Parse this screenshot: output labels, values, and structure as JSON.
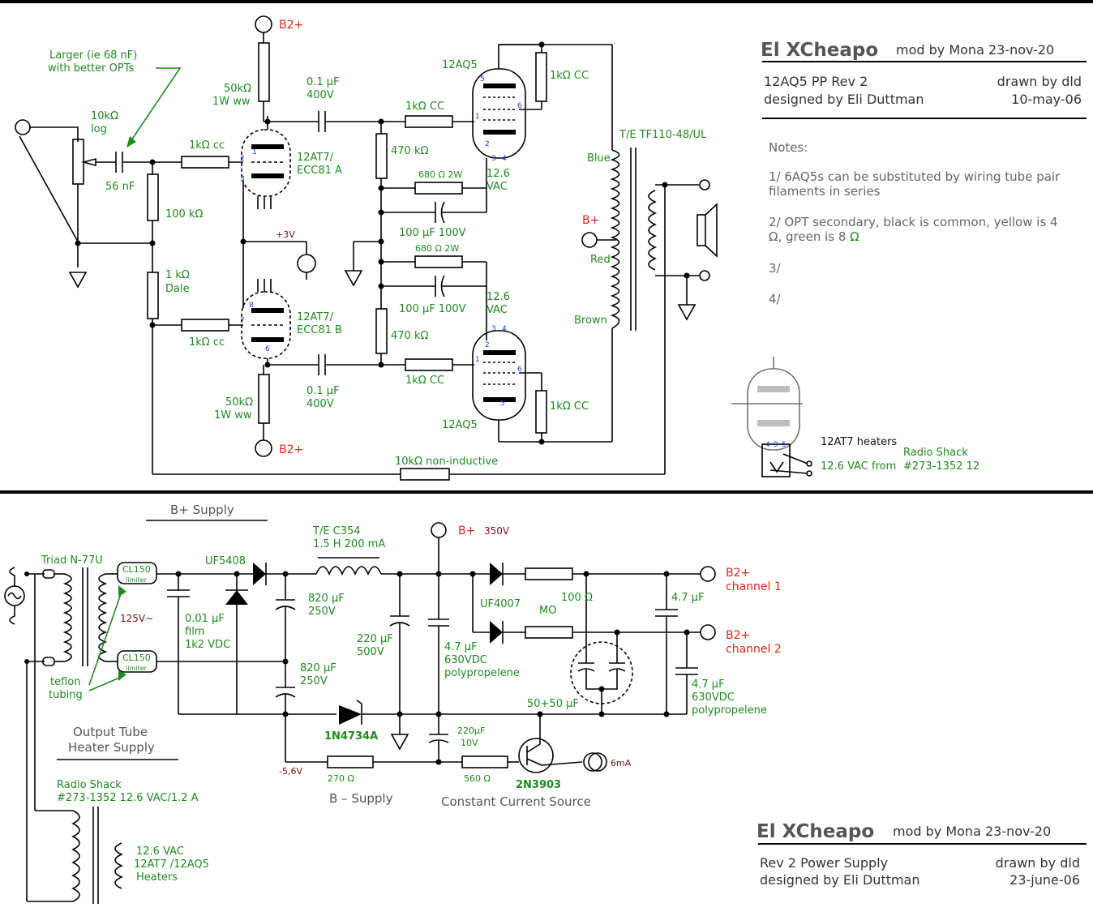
{
  "top": {
    "title_block": {
      "title": "El XCheapo",
      "mod": "mod by Mona 23-nov-20",
      "line1_left": "12AQ5 PP Rev 2",
      "line1_right": "drawn by dld",
      "line2_left": "designed by Eli Duttman",
      "line2_right": "10-may-06"
    },
    "notes": {
      "heading": "Notes:",
      "n1a": "1/ 6AQ5s can be substituted by wiring tube pair",
      "n1b": "filaments in series",
      "n2a": "2/ OPT secondary, black is common, yellow is 4",
      "n2b_pre": "Ω, green is 8 ",
      "n2b_ohm": "Ω",
      "n3": "3/",
      "n4": "4/"
    },
    "labels": {
      "larger1": "Larger (ie 68 nF)",
      "larger2": "with better OPTs",
      "pot1": "10kΩ",
      "pot2": "log",
      "cin": "56 nF",
      "r100k": "100 kΩ",
      "r1k_dale1": "1 kΩ",
      "r1k_dale2": "Dale",
      "rg_a": "1kΩ cc",
      "rg_b": "1kΩ cc",
      "b2_top": "B2+",
      "b2_bot": "B2+",
      "rl_top1": "50kΩ",
      "rl_top2": "1W ww",
      "rl_bot1": "50kΩ",
      "rl_bot2": "1W ww",
      "tube_a1": "12AT7/",
      "tube_a2": "ECC81 A",
      "tube_b1": "12AT7/",
      "tube_b2": "ECC81 B",
      "plus3v": "+3V",
      "cc_top1": "0.1 µF",
      "cc_top2": "400V",
      "cc_bot1": "0.1 µF",
      "cc_bot2": "400V",
      "r470_top": "470 kΩ",
      "r470_bot": "470 kΩ",
      "r680_top": "680 Ω 2W",
      "r680_bot": "680 Ω 2W",
      "c100_top": "100 µF 100V",
      "c100_bot": "100 µF 100V",
      "rgs_top": "1kΩ CC",
      "rgs_bot": "1kΩ CC",
      "out_top": "12AQ5",
      "out_bot": "12AQ5",
      "vac_top1": "12.6",
      "vac_top2": "VAC",
      "vac_bot1": "12.6",
      "vac_bot2": "VAC",
      "rs_top": "1kΩ CC",
      "rs_bot": "1kΩ CC",
      "opt": "T/E TF110-48/UL",
      "blue": "Blue",
      "red": "Red",
      "brown": "Brown",
      "bplus": "B+",
      "fb": "10kΩ non-inductive",
      "heaters1": "12AT7 heaters",
      "heaters2": "12.6 VAC from",
      "rshack": "Radio Shack",
      "rspart": "#273-1352 12"
    }
  },
  "bottom": {
    "title_block": {
      "title": "El XCheapo",
      "mod": "mod by Mona 23-nov-20",
      "line1_left": "Rev 2 Power Supply",
      "line1_right": "drawn by dld",
      "line2_left": "designed by Eli Duttman",
      "line2_right": "23-june-06"
    },
    "labels": {
      "bsupply": "B+ Supply",
      "triad": "Triad N-77U",
      "cl1a": "CL150",
      "cl1b": "limiter",
      "cl2a": "CL150",
      "cl2b": "limiter",
      "v125": "125V~",
      "teflon1": "teflon",
      "teflon2": "tubing",
      "uf5408": "UF5408",
      "film1": "0.01 µF",
      "film2": "film",
      "film3": "1k2 VDC",
      "c820a1": "820 µF",
      "c820a2": "250V",
      "c820b1": "820 µF",
      "c820b2": "250V",
      "choke1": "T/E C354",
      "choke2": "1.5 H 200 mA",
      "bplus": "B+",
      "v350": "350V",
      "c220a": "220 µF",
      "c220b": "500V",
      "c47a1": "4.7 µF",
      "c47a2": "630VDC",
      "c47a3": "polypropelene",
      "uf4007": "UF4007",
      "r100a": "100 Ω",
      "r100b": "MO",
      "c47b": "4.7 µF",
      "c47c1": "4.7 µF",
      "c47c2": "630VDC",
      "c47c3": "polypropelene",
      "ch1a": "B2+",
      "ch1b": "channel 1",
      "ch2a": "B2+",
      "ch2b": "channel 2",
      "c5050": "50+50 µF",
      "zener": "1N4734A",
      "c220s1": "220µF",
      "c220s2": "10V",
      "vneg": "-5,6V",
      "r270": "270 Ω",
      "r560": "560 Ω",
      "q": "2N3903",
      "i6ma": "6mA",
      "bminus": "B – Supply",
      "ccs": "Constant Current Source",
      "heater_sup1": "Output Tube",
      "heater_sup2": "Heater Supply",
      "rs1": "Radio Shack",
      "rs2": "#273-1352 12.6 VAC/1.2 A",
      "ht1": "12.6 VAC",
      "ht2": "12AT7 /12AQ5",
      "ht3": "Heaters"
    }
  }
}
